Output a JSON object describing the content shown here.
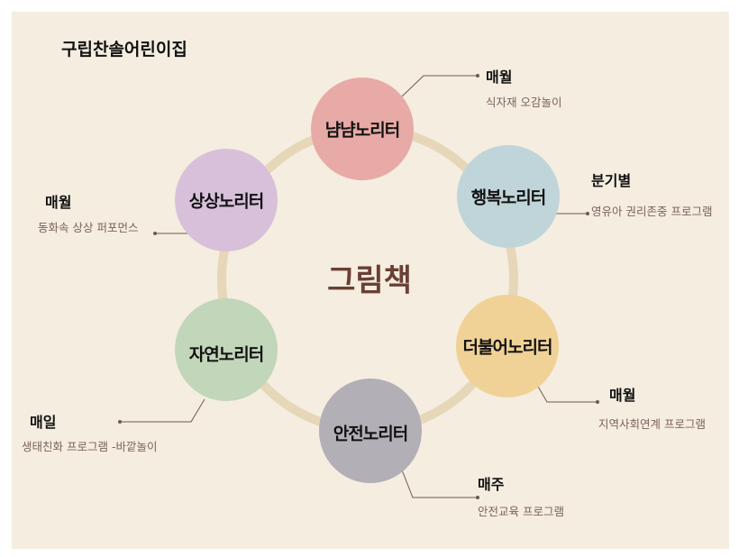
{
  "title": "구립찬솔어린이집",
  "center": "그림책",
  "colors": {
    "background": "#f5ede0",
    "ring": "#e6d7b9",
    "center_text": "#6b3f35"
  },
  "nodes": [
    {
      "label": "냠냠노리터",
      "color": "#e8aaa6",
      "frequency": "매월",
      "description": "식자재 오감놀이"
    },
    {
      "label": "행복노리터",
      "color": "#c0d5da",
      "frequency": "분기별",
      "description": "영유아 권리존중 프로그램"
    },
    {
      "label": "더불어노리터",
      "color": "#f0d297",
      "frequency": "매월",
      "description": "지역사회연계 프로그램"
    },
    {
      "label": "안전노리터",
      "color": "#b2afb6",
      "frequency": "매주",
      "description": "안전교육 프로그램"
    },
    {
      "label": "자연노리터",
      "color": "#c2d6b9",
      "frequency": "매일",
      "description": "생태친화 프로그램 -바깥놀이"
    },
    {
      "label": "상상노리터",
      "color": "#d8c0da",
      "frequency": "매월",
      "description": "동화속 상상 퍼포먼스"
    }
  ]
}
